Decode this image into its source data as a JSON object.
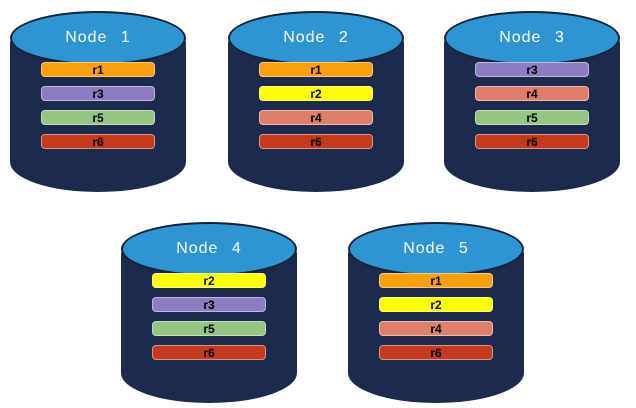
{
  "diagram": {
    "background_color": "#ffffff",
    "cylinder_body_color": "#1c2a4d",
    "cylinder_top_color": "#2e95d2",
    "cylinder_outline_color": "#152238",
    "bar_text_color": "#000000",
    "partition_colors": {
      "r1": "#f9a00c",
      "r2": "#fefe00",
      "r3": "#8d7cc2",
      "r4": "#de7e6b",
      "r5": "#95c583",
      "r6": "#c33a1d"
    },
    "nodes": [
      {
        "label": "Node 1",
        "partitions": [
          "r1",
          "r3",
          "r5",
          "r6"
        ]
      },
      {
        "label": "Node 2",
        "partitions": [
          "r1",
          "r2",
          "r4",
          "r6"
        ]
      },
      {
        "label": "Node 3",
        "partitions": [
          "r3",
          "r4",
          "r5",
          "r6"
        ]
      },
      {
        "label": "Node 4",
        "partitions": [
          "r2",
          "r3",
          "r5",
          "r6"
        ]
      },
      {
        "label": "Node 5",
        "partitions": [
          "r1",
          "r2",
          "r4",
          "r6"
        ]
      }
    ]
  }
}
